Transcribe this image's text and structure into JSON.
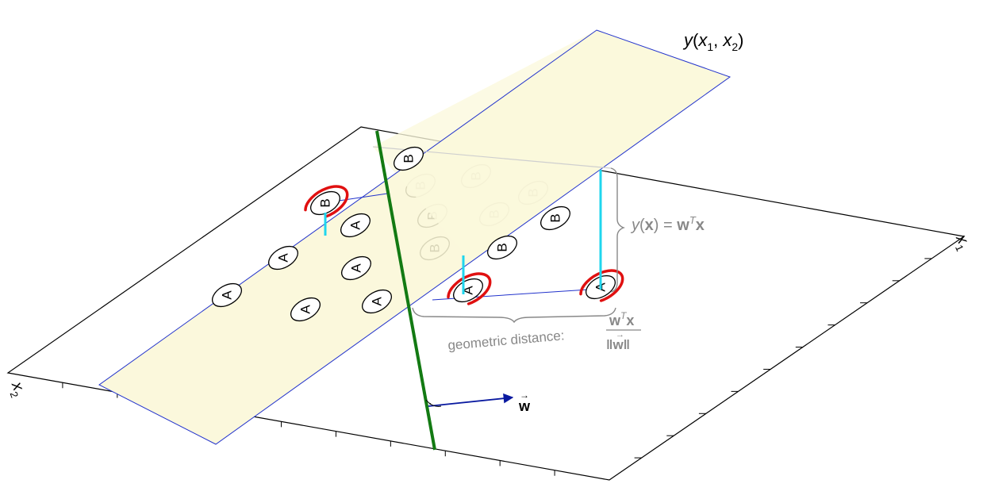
{
  "surface_label": {
    "y": "y",
    "open": "(",
    "x1": "x",
    "x1_sub": "1",
    "comma": ", ",
    "x2": "x",
    "x2_sub": "2",
    "close": ")"
  },
  "axis_labels": {
    "x1": "x",
    "x1_sub": "1",
    "x2": "x",
    "x2_sub": "2"
  },
  "height_label": {
    "y": "y",
    "open": "(",
    "x": "x",
    "close": ")",
    "eq": " = ",
    "w": "w",
    "T": "T",
    "x2": "x"
  },
  "distance_label": {
    "text": "geometric distance:",
    "num_w": "w",
    "num_T": "T",
    "num_x": "x",
    "den": "‖w‖"
  },
  "vector_label": {
    "w": "w",
    "arrow": "→"
  },
  "right_angle_mark": "·",
  "points": [
    {
      "label": "A",
      "faded": false,
      "support": false
    },
    {
      "label": "A",
      "faded": false,
      "support": false
    },
    {
      "label": "A",
      "faded": false,
      "support": false
    },
    {
      "label": "A",
      "faded": false,
      "support": false
    },
    {
      "label": "A",
      "faded": false,
      "support": false
    },
    {
      "label": "A",
      "faded": false,
      "support": false
    },
    {
      "label": "A",
      "faded": false,
      "support": true
    },
    {
      "label": "A",
      "faded": false,
      "support": true
    },
    {
      "label": "B",
      "faded": false,
      "support": true
    },
    {
      "label": "B",
      "faded": false,
      "support": false
    },
    {
      "label": "B",
      "faded": false,
      "support": false
    },
    {
      "label": "B",
      "faded": false,
      "support": false
    },
    {
      "label": "B",
      "faded": true,
      "support": false
    },
    {
      "label": "B",
      "faded": true,
      "support": false
    },
    {
      "label": "B",
      "faded": true,
      "support": false
    },
    {
      "label": "B",
      "faded": true,
      "support": false
    },
    {
      "label": "B",
      "faded": true,
      "support": false
    },
    {
      "label": "B",
      "faded": true,
      "support": false
    }
  ],
  "colors": {
    "plane_fill": "#fbf8dc",
    "plane_edge": "#2233cc",
    "decision_line": "#137a13",
    "support_ring": "#e01010",
    "height_line": "#1fd6ee",
    "annotation_gray": "#888888",
    "vector": "#0a1aa0"
  }
}
